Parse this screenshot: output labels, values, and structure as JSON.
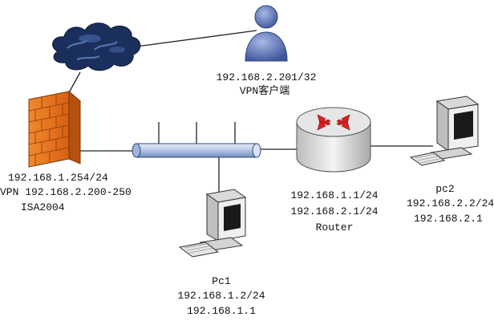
{
  "vpn_client": {
    "ip": "192.168.2.201/32",
    "name": "VPN客户端"
  },
  "isa": {
    "ip": "192.168.1.254/24",
    "vpn_range": "VPN 192.168.2.200-250",
    "name": "ISA2004"
  },
  "router": {
    "ip1": "192.168.1.1/24",
    "ip2": "192.168.2.1/24",
    "name": "Router"
  },
  "pc1": {
    "name": "Pc1",
    "ip": "192.168.1.2/24",
    "gateway": "192.168.1.1"
  },
  "pc2": {
    "name": "pc2",
    "ip": "192.168.2.2/24",
    "gateway": "192.168.2.1"
  },
  "colors": {
    "cloud": "#1b2f5c",
    "firewall": "#e8761e",
    "bus": "#b9cbe8",
    "user": "#5d76b8",
    "router_arrow": "#e01f1f"
  }
}
